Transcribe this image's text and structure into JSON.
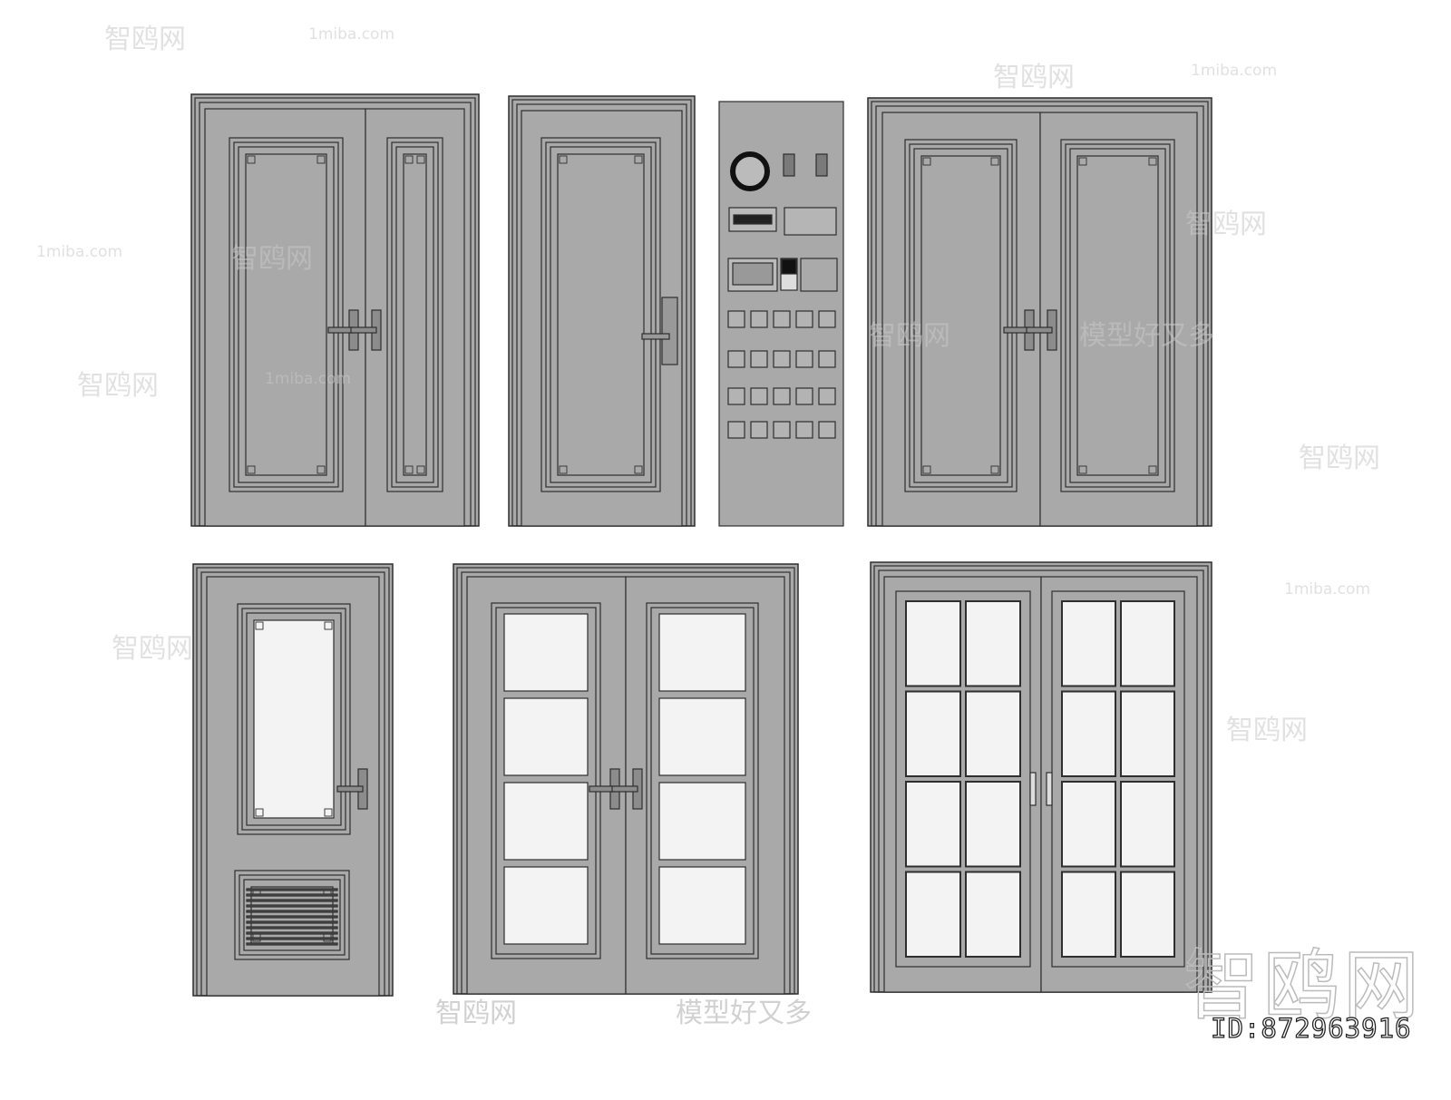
{
  "watermarks": {
    "brand": "智鸥网",
    "site": "1miba.com",
    "slogan": "模型好又多"
  },
  "model_id": "ID:872963916",
  "colors": {
    "door": "#a9a9a9",
    "outline": "#2e2e2e",
    "glass": "#f3f3f3",
    "background": "#ffffff"
  }
}
